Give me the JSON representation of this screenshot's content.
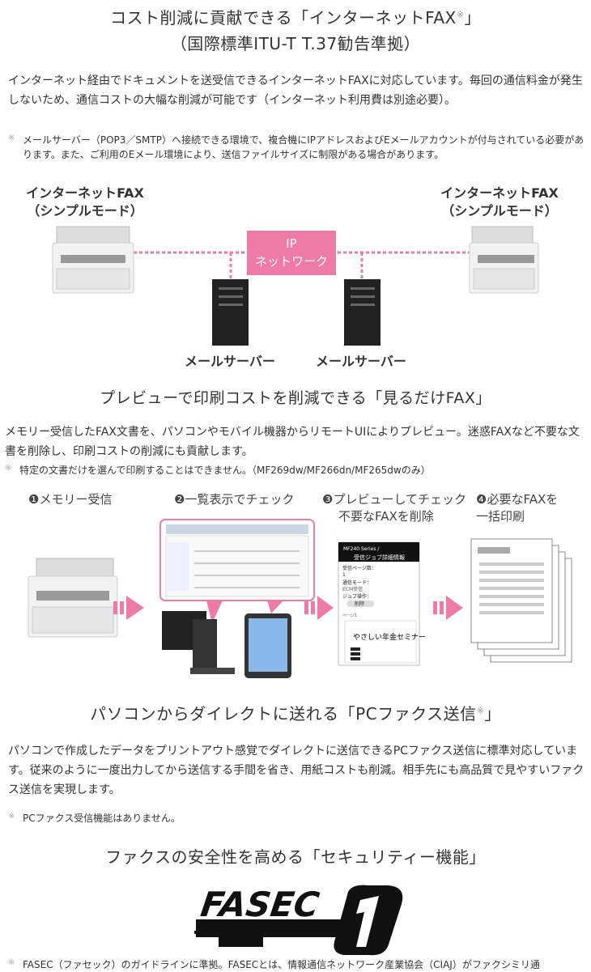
{
  "section1": {
    "title_line1": "コスト削減に貢献できる「インターネットFAX",
    "title_sup": "※",
    "title_close": "」",
    "title_line2": "（国際標準ITU-T T.37勧告準拠）",
    "paragraph": "インターネット経由でドキュメントを送受信できるインターネットFAXに対応しています。毎回の通信料金が発生しないため、通信コストの大幅な削減が可能です（インターネット利用費は別途必要）。",
    "note_mark": "※",
    "note": "メールサーバー（POP3／SMTP）へ接続できる環境で、複合機にIPアドレスおよびEメールアカウントが付与されている必要があります。また、ご利用のEメール環境により、送信ファイルサイズに制限がある場合があります。",
    "diagram": {
      "left_device": [
        "インターネットFAX",
        "（シンプルモード）"
      ],
      "right_device": [
        "インターネットFAX",
        "（シンプルモード）"
      ],
      "network": [
        "IP",
        "ネットワーク"
      ],
      "server_left": "メールサーバー",
      "server_right": "メールサーバー",
      "accent_color": "#ee7aa6"
    }
  },
  "section2": {
    "title": "プレビューで印刷コストを削減できる「見るだけFAX」",
    "paragraph": "メモリー受信したFAX文書を、パソコンやモバイル機器からリモートUIによりプレビュー。迷惑FAXなど不要な文書を削除し、印刷コストの削減にも貢献します。",
    "note_mark": "※",
    "note": "特定の文書だけを選んで印刷することはできません。（MF269dw/MF266dn/MF265dwのみ）",
    "steps": [
      {
        "num": "❶",
        "label": "メモリー受信"
      },
      {
        "num": "❷",
        "label": "一覧表示でチェック"
      },
      {
        "num": "❸",
        "label": "プレビューしてチェック",
        "label2": "不要なFAXを削除"
      },
      {
        "num": "❹",
        "label": "必要なFAXを",
        "label2": "一括印刷"
      }
    ],
    "phone_screen": {
      "header": "MF240 Series /",
      "title": "受信ジョブ詳細情報",
      "rows": [
        "受信ページ数：",
        "1",
        "通信モード：",
        "ECM受信",
        "ジョブ操作："
      ],
      "delete_button": "削除",
      "page_label": "ページ1",
      "doc_title": "やさしい年金セミナー"
    }
  },
  "section3": {
    "title": "パソコンからダイレクトに送れる「PCファクス送信",
    "title_sup": "※",
    "title_close": "」",
    "paragraph": "パソコンで作成したデータをプリントアウト感覚でダイレクトに送信できるPCファクス送信に標準対応しています。従来のように一度出力してから送信する手間を省き、用紙コストも削減。相手先にも高品質で見やすいファクス送信を実現します。",
    "note_mark": "※",
    "note": "PCファクス受信機能はありません。"
  },
  "section4": {
    "title": "ファクスの安全性を高める「セキュリティー機能」",
    "logo_text": "FASEC 1",
    "note_mark": "※",
    "note": "FASEC（ファセック）のガイドラインに準拠。FASECとは、情報通信ネットワーク産業協会（CIAJ）がファクシミリ通"
  }
}
